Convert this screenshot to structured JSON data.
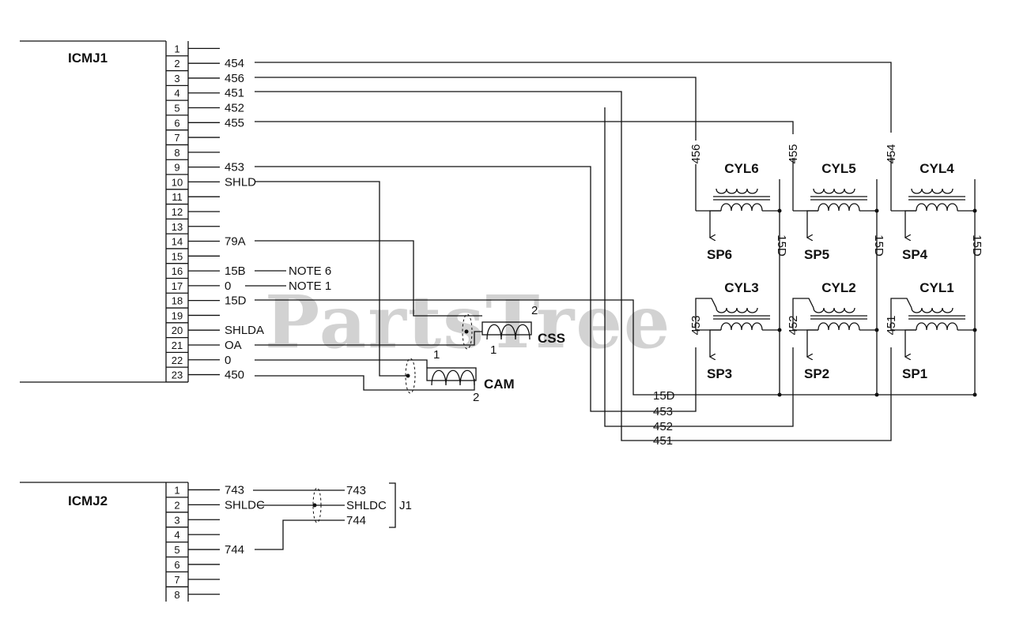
{
  "connectors": {
    "icmj1": {
      "label": "ICMJ1",
      "pins": [
        {
          "n": "1",
          "wire": ""
        },
        {
          "n": "2",
          "wire": "454"
        },
        {
          "n": "3",
          "wire": "456"
        },
        {
          "n": "4",
          "wire": "451"
        },
        {
          "n": "5",
          "wire": "452"
        },
        {
          "n": "6",
          "wire": "455"
        },
        {
          "n": "7",
          "wire": ""
        },
        {
          "n": "8",
          "wire": ""
        },
        {
          "n": "9",
          "wire": "453"
        },
        {
          "n": "10",
          "wire": "SHLD"
        },
        {
          "n": "11",
          "wire": ""
        },
        {
          "n": "12",
          "wire": ""
        },
        {
          "n": "13",
          "wire": ""
        },
        {
          "n": "14",
          "wire": "79A"
        },
        {
          "n": "15",
          "wire": ""
        },
        {
          "n": "16",
          "wire": "15B"
        },
        {
          "n": "17",
          "wire": "0"
        },
        {
          "n": "18",
          "wire": "15D"
        },
        {
          "n": "19",
          "wire": ""
        },
        {
          "n": "20",
          "wire": "SHLDA"
        },
        {
          "n": "21",
          "wire": "OA"
        },
        {
          "n": "22",
          "wire": "0"
        },
        {
          "n": "23",
          "wire": "450"
        }
      ],
      "notes": [
        "NOTE 6",
        "NOTE 1"
      ]
    },
    "icmj2": {
      "label": "ICMJ2",
      "pins": [
        {
          "n": "1",
          "wire": "743"
        },
        {
          "n": "2",
          "wire": "SHLDC"
        },
        {
          "n": "3",
          "wire": ""
        },
        {
          "n": "4",
          "wire": ""
        },
        {
          "n": "5",
          "wire": "744"
        },
        {
          "n": "6",
          "wire": ""
        },
        {
          "n": "7",
          "wire": ""
        },
        {
          "n": "8",
          "wire": ""
        }
      ],
      "far_labels": [
        "743",
        "SHLDC",
        "744"
      ],
      "far_connector": "J1"
    }
  },
  "sensors": {
    "css": {
      "label": "CSS",
      "pin1": "1",
      "pin2": "2"
    },
    "cam": {
      "label": "CAM",
      "pin1": "1",
      "pin2": "2"
    }
  },
  "coils": [
    {
      "cyl": "CYL6",
      "sp": "SP6",
      "wire": "456",
      "common": "15D"
    },
    {
      "cyl": "CYL5",
      "sp": "SP5",
      "wire": "455",
      "common": "15D"
    },
    {
      "cyl": "CYL4",
      "sp": "SP4",
      "wire": "454",
      "common": "15D"
    },
    {
      "cyl": "CYL3",
      "sp": "SP3",
      "wire": "453"
    },
    {
      "cyl": "CYL2",
      "sp": "SP2",
      "wire": "452"
    },
    {
      "cyl": "CYL1",
      "sp": "SP1",
      "wire": "451"
    }
  ],
  "bus_labels": [
    "15D",
    "453",
    "452",
    "451"
  ],
  "watermark": {
    "text": "PartsTree",
    "tm": "™"
  }
}
